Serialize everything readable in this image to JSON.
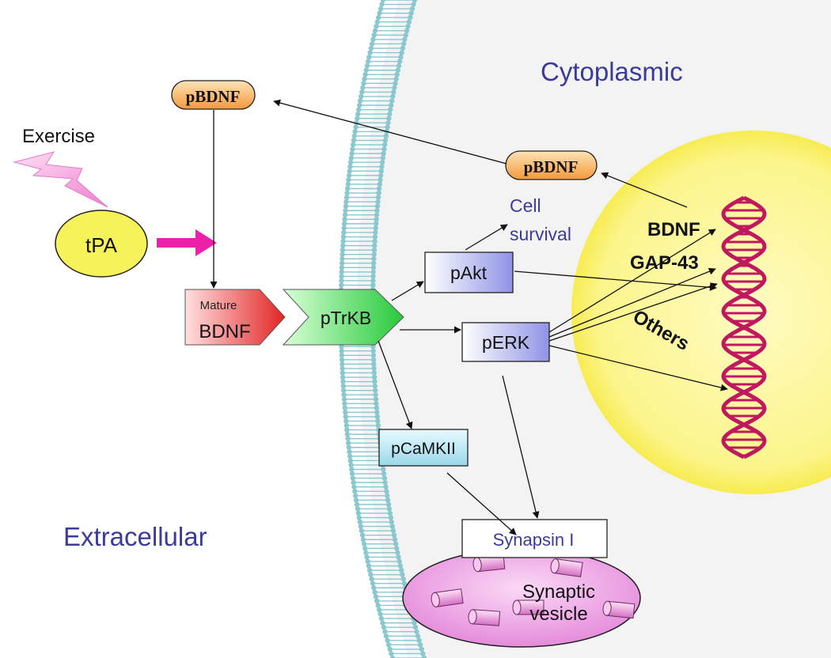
{
  "regions": {
    "cytoplasmic": "Cytoplasmic",
    "extracellular": "Extracellular"
  },
  "nodes": {
    "exercise": "Exercise",
    "tpa": "tPA",
    "pbdnf_extracellular": "pBDNF",
    "pbdnf_cytoplasmic": "pBDNF",
    "mature_small": "Mature",
    "mature_bdnf": "BDNF",
    "ptrkb": "pTrKB",
    "pakt": "pAkt",
    "perk": "pERK",
    "pcamkii": "pCaMKII",
    "synapsin": "Synapsin I",
    "cell_survival_line1": "Cell",
    "cell_survival_line2": "survival",
    "synaptic_line1": "Synaptic",
    "synaptic_line2": "vesicle"
  },
  "genes": {
    "bdnf": "BDNF",
    "gap43": "GAP-43",
    "others": "Others"
  },
  "colors": {
    "region_label": "#3b3b9a",
    "arrow": "#111111",
    "helix": "#c0185e",
    "membrane": "#8ac7cf",
    "nucleus": "#fbf58a",
    "vesicle": "#f0a0e6",
    "tpa_arrow": "#ee1faa"
  }
}
